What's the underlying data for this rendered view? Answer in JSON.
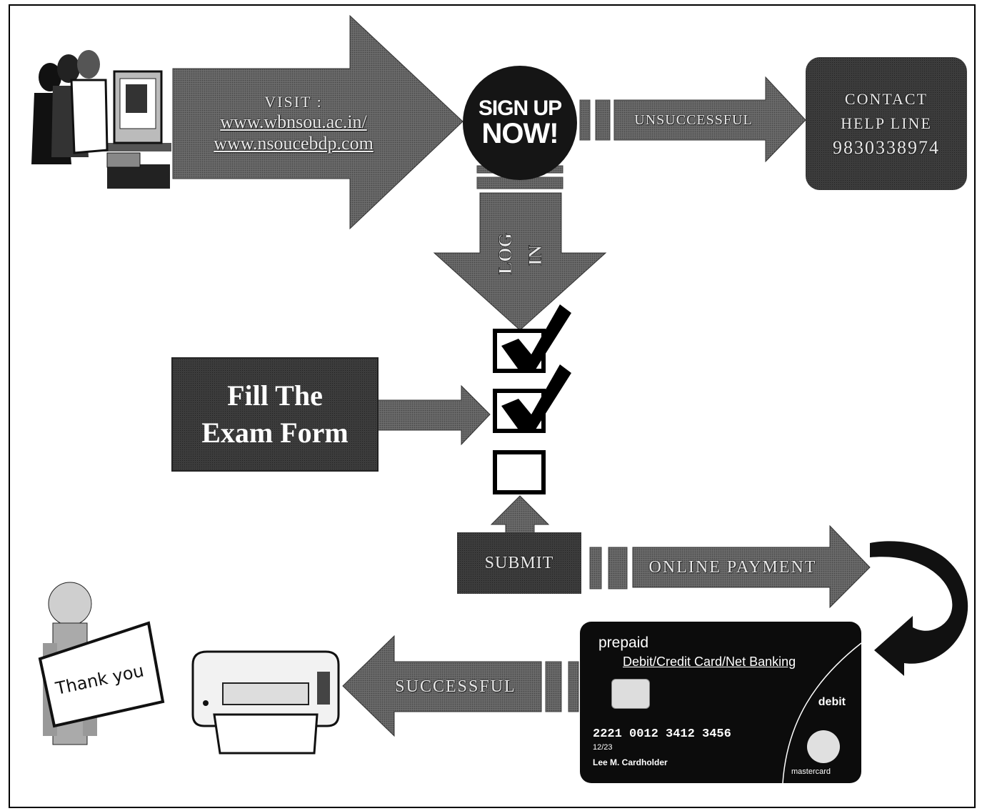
{
  "visit": {
    "line1": "VISIT :",
    "line2": "www.wbnsou.ac.in/",
    "line3": "www.nsoucebdp.com"
  },
  "signup": {
    "line1": "SIGN UP",
    "line2": "NOW!"
  },
  "unsuccessful_label": "UNSUCCESSFUL",
  "contact": {
    "line1": "CONTACT",
    "line2": "HELP LINE",
    "line3": "9830338974"
  },
  "login_label": {
    "line1": "LOG",
    "line2": "IN"
  },
  "fill_form": {
    "line1": "Fill The",
    "line2": "Exam Form"
  },
  "submit_label": "SUBMIT",
  "online_payment_label": "ONLINE PAYMENT",
  "successful_label": "SUCCESSFUL",
  "card": {
    "prepaid": "prepaid",
    "type": "Debit/Credit Card/Net Banking",
    "debit": "debit",
    "number": "2221 0012 3412 3456",
    "expiry": "12/23",
    "holder": "Lee M. Cardholder",
    "brand": "mastercard"
  },
  "thank_you": "Thank you",
  "checkboxes": [
    {
      "checked": true
    },
    {
      "checked": true
    },
    {
      "checked": false
    }
  ]
}
